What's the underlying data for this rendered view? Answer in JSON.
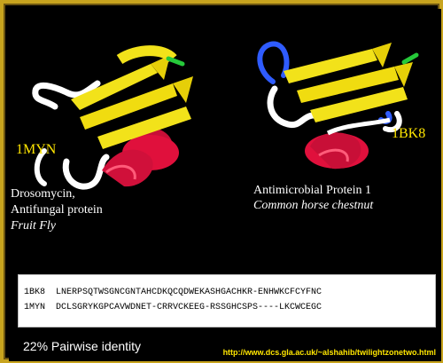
{
  "left_protein": {
    "pdb_id": "1MYN",
    "name_line1": "Drosomycin,",
    "name_line2": "Antifungal protein",
    "organism": "Fruit Fly"
  },
  "right_protein": {
    "pdb_id": "1BK8",
    "name": "Antimicrobial Protein 1",
    "organism": "Common horse chestnut"
  },
  "alignment": {
    "row1": "1BK8  LNERPSQTWSGNCGNTAHCDKQCQDWEKASHGACHKR-ENHWKCFCYFNC",
    "row2": "1MYN  DCLSGRYKGPCAVWDNET-CRRVCKEEG-RSSGHCSPS----LKCWCEGC"
  },
  "identity_text": "22% Pairwise identity",
  "url": "http://www.dcs.gla.ac.uk/~alshahib/twilightzonetwo.html",
  "colors": {
    "border": "#c8a41e",
    "helix": "#e0103c",
    "strand": "#f2e21a",
    "coil": "#ffffff",
    "loop_blue": "#2f5cff",
    "tip_green": "#26c93a"
  }
}
